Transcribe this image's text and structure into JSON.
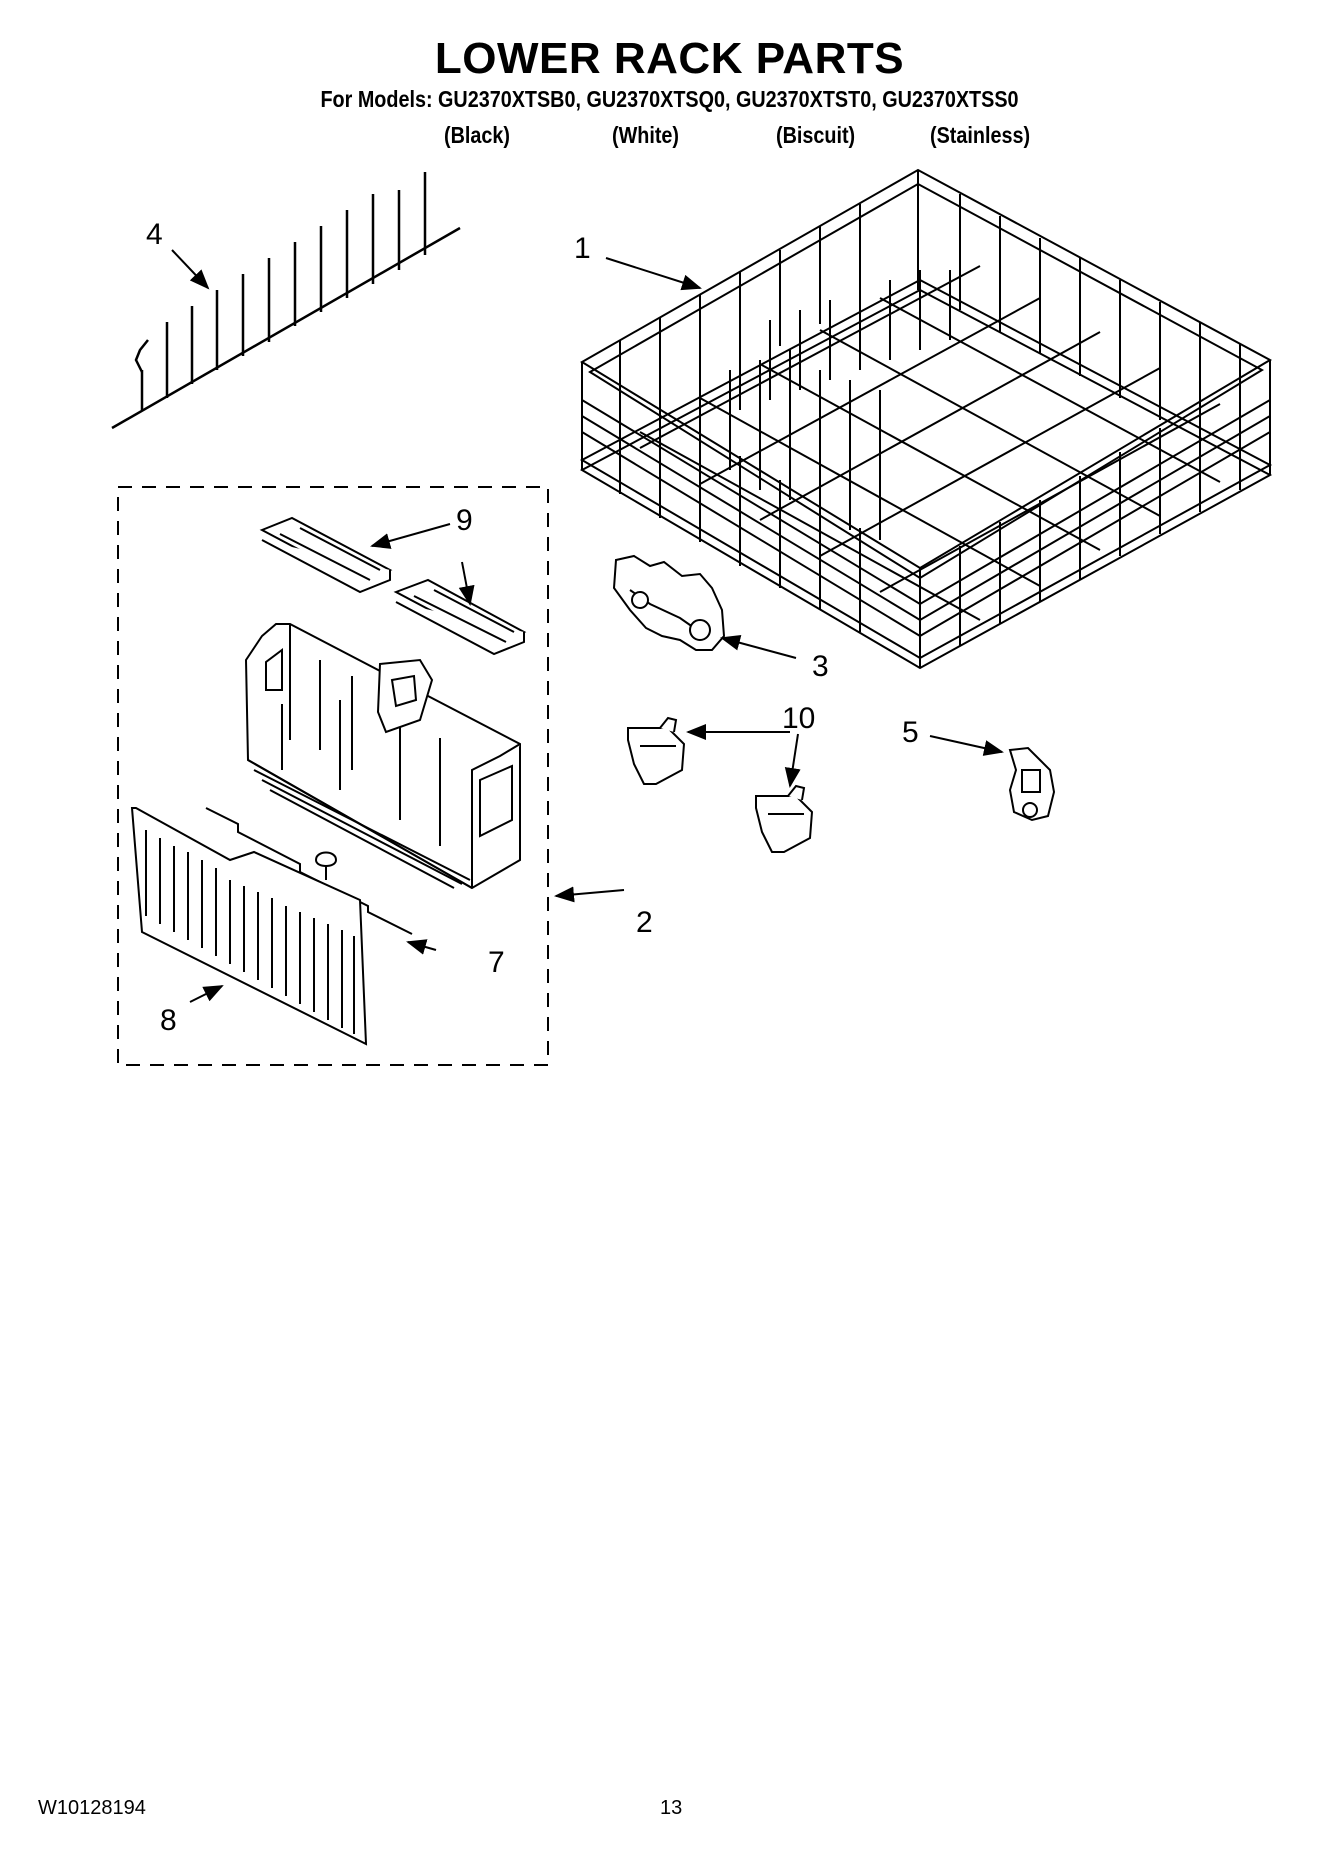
{
  "header": {
    "title": "LOWER RACK PARTS",
    "models_line": "For Models: GU2370XTSB0, GU2370XTSQ0, GU2370XTST0, GU2370XTSS0",
    "variants": [
      "(Black)",
      "(White)",
      "(Biscuit)",
      "(Stainless)"
    ]
  },
  "callouts": {
    "c1": "1",
    "c2": "2",
    "c3": "3",
    "c4": "4",
    "c5": "5",
    "c7": "7",
    "c8": "8",
    "c9": "9",
    "c10": "10"
  },
  "footer": {
    "doc_number": "W10128194",
    "page_number": "13"
  }
}
